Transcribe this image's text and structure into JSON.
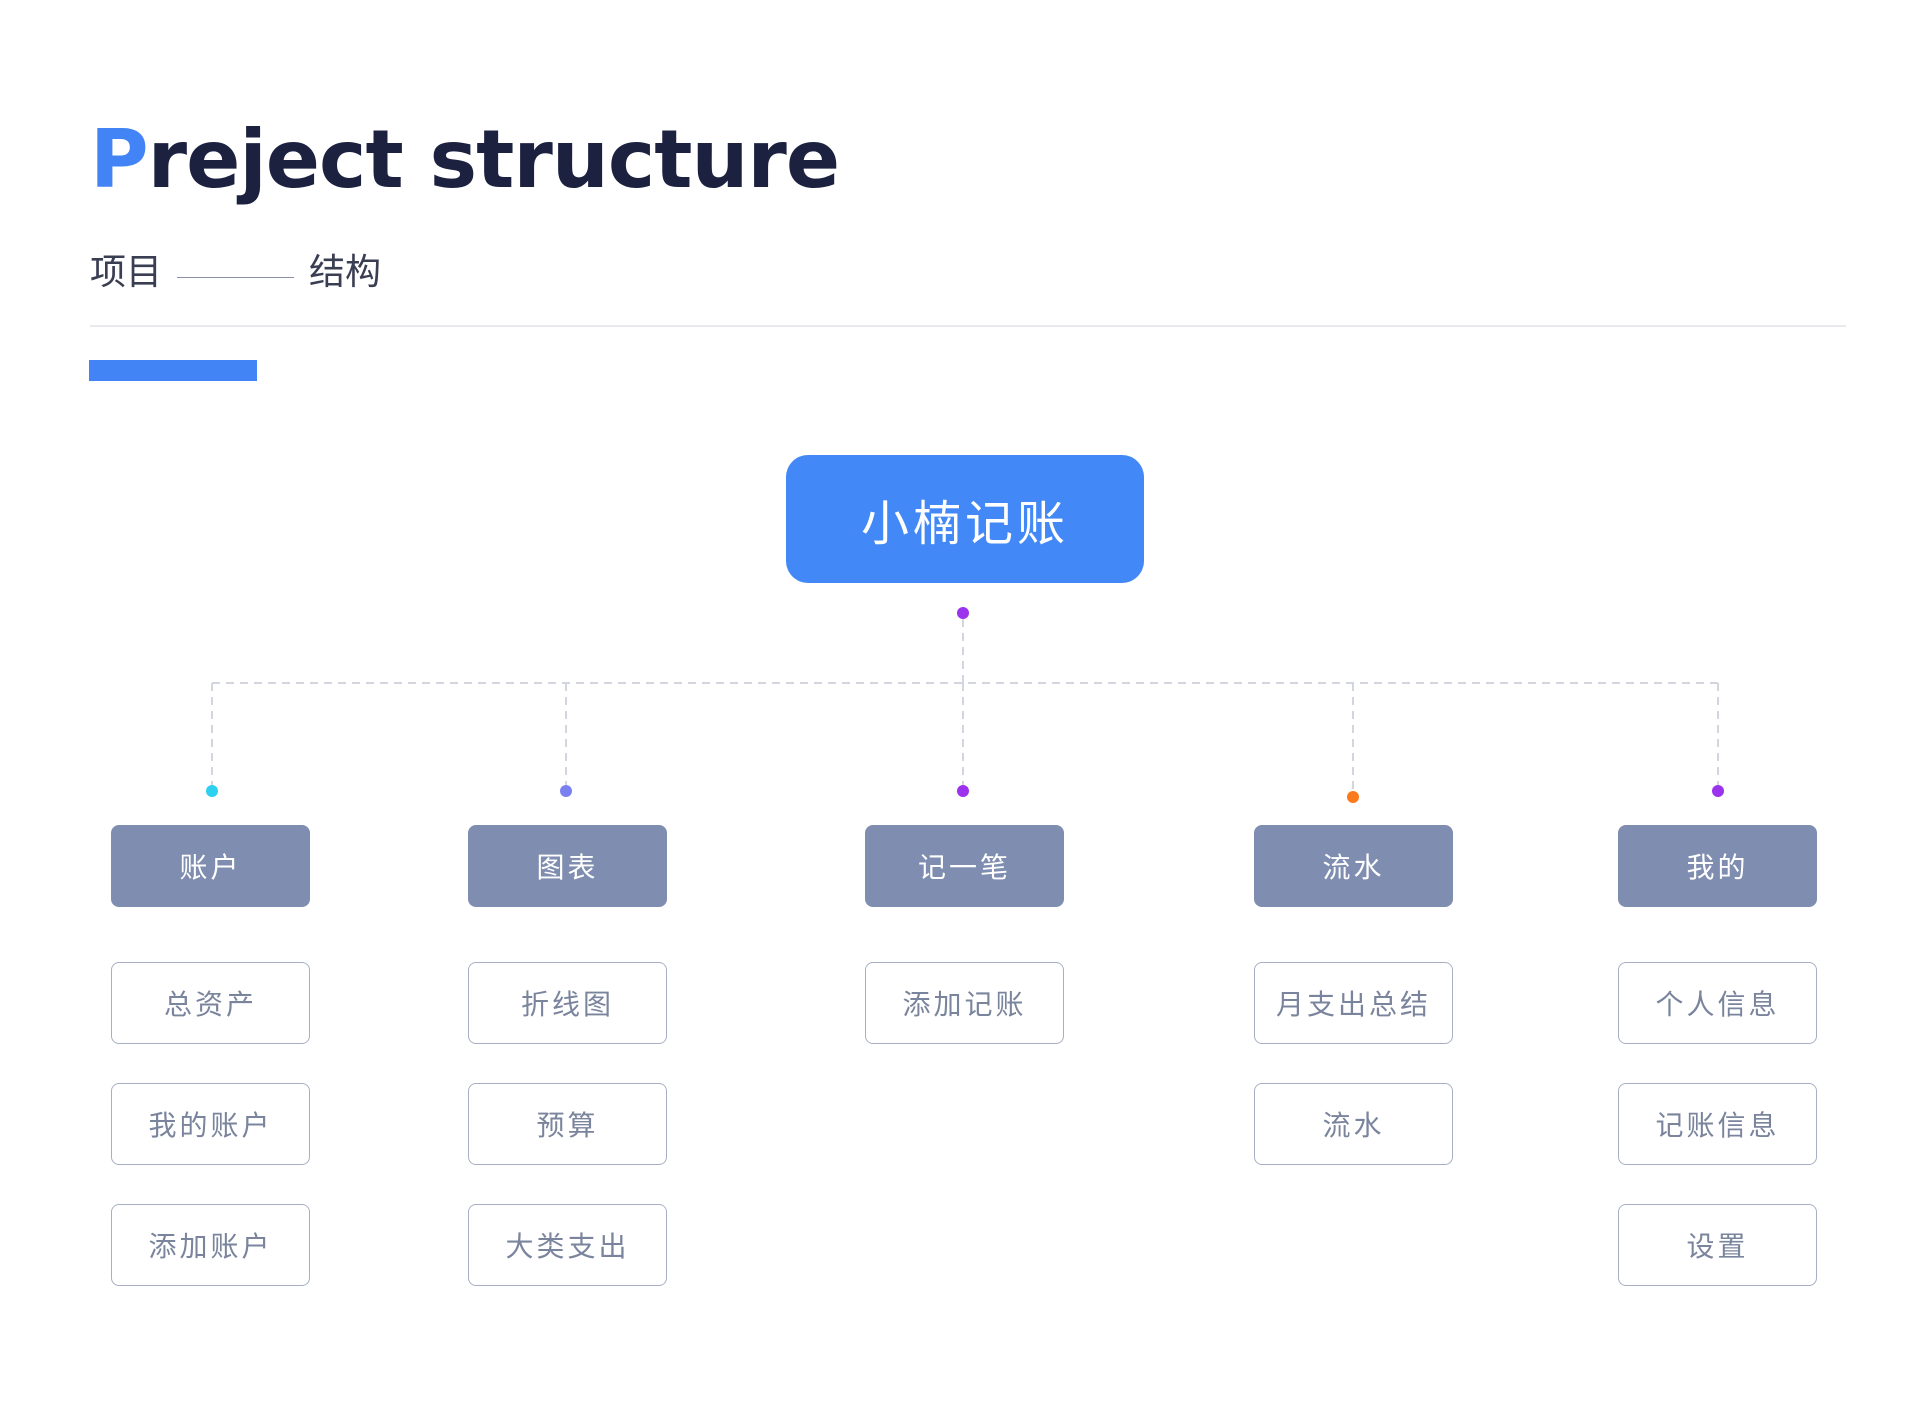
{
  "header": {
    "title_accent": "P",
    "title_rest": "reject structure",
    "subtitle_left": "项目",
    "subtitle_right": "结构"
  },
  "diagram": {
    "root": "小楠记账",
    "branches": [
      {
        "label": "账户",
        "dot_color": "#2ed0ef",
        "children": [
          "总资产",
          "我的账户",
          "添加账户"
        ]
      },
      {
        "label": "图表",
        "dot_color": "#7b80f0",
        "children": [
          "折线图",
          "预算",
          "大类支出"
        ]
      },
      {
        "label": "记一笔",
        "dot_color": "#9b32ee",
        "children": [
          "添加记账"
        ]
      },
      {
        "label": "流水",
        "dot_color": "#fb7a1c",
        "children": [
          "月支出总结",
          "流水"
        ]
      },
      {
        "label": "我的",
        "dot_color": "#9b32ee",
        "children": [
          "个人信息",
          "记账信息",
          "设置"
        ]
      }
    ],
    "root_dot_color": "#9b32ee",
    "accent_color": "#4284f6"
  }
}
